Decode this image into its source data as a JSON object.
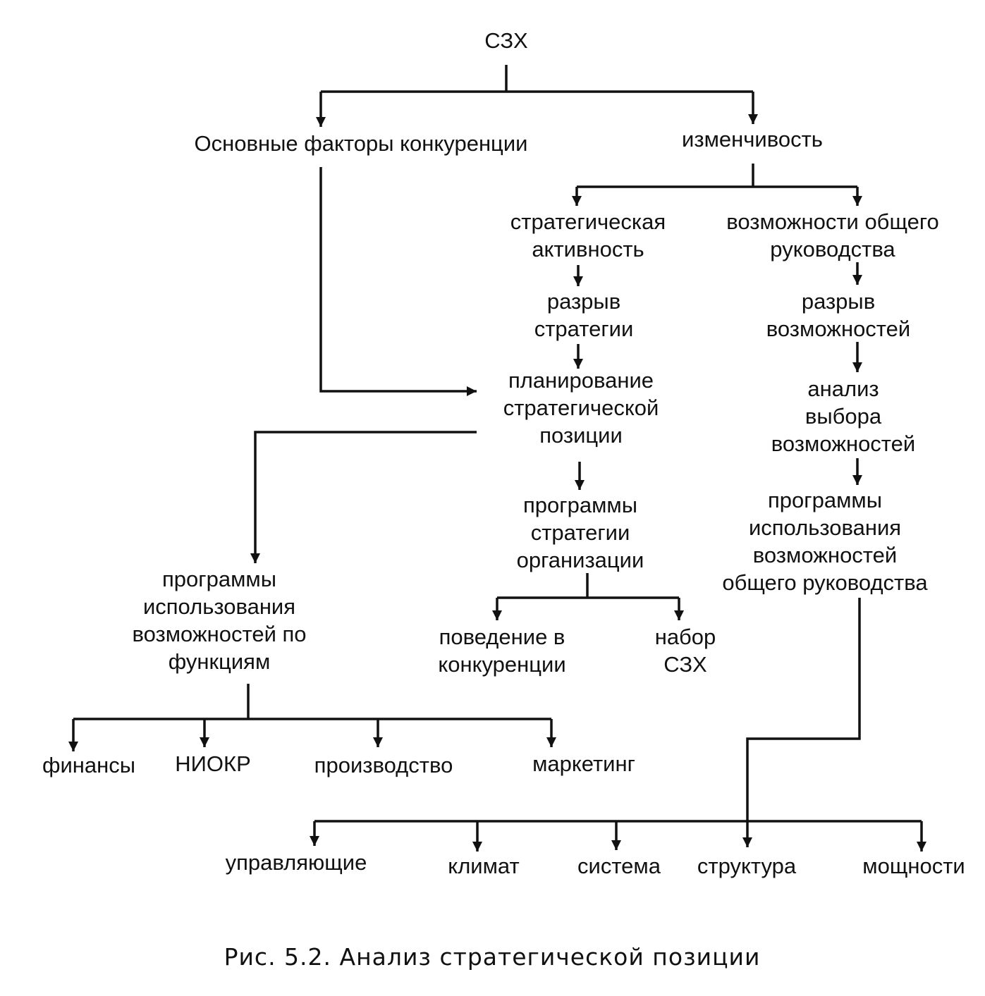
{
  "nodes": {
    "root": "СЗХ",
    "main_factors": "Основные факторы конкуренции",
    "variability": "изменчивость",
    "strategic_activity": "стратегическая\nактивность",
    "general_mgmt_capabilities": "возможности общего\nруководства",
    "strategy_gap": "разрыв\nстратегии",
    "capabilities_gap": "разрыв\nвозможностей",
    "strategic_position_planning": "планирование\nстратегической\nпозиции",
    "capability_choice_analysis": "анализ\nвыбора\nвозможностей",
    "org_strategy_programs": "программы\nстратегии\nорганизации",
    "general_mgmt_capability_programs": "программы\nиспользования\nвозможностей\nобщего руководства",
    "functional_capability_programs": "программы\nиспользования\nвозможностей по\nфункциям",
    "competitive_behavior": "поведение в\nконкуренции",
    "szh_set": "набор\nСЗХ",
    "finance": "финансы",
    "rnd": "НИОКР",
    "production": "производство",
    "marketing": "маркетинг",
    "managers": "управляющие",
    "climate": "климат",
    "system": "система",
    "structure": "структура",
    "capacities": "мощности"
  },
  "caption": "Рис. 5.2. Анализ стратегической позиции",
  "colors": {
    "ink": "#111111",
    "background": "#ffffff"
  }
}
